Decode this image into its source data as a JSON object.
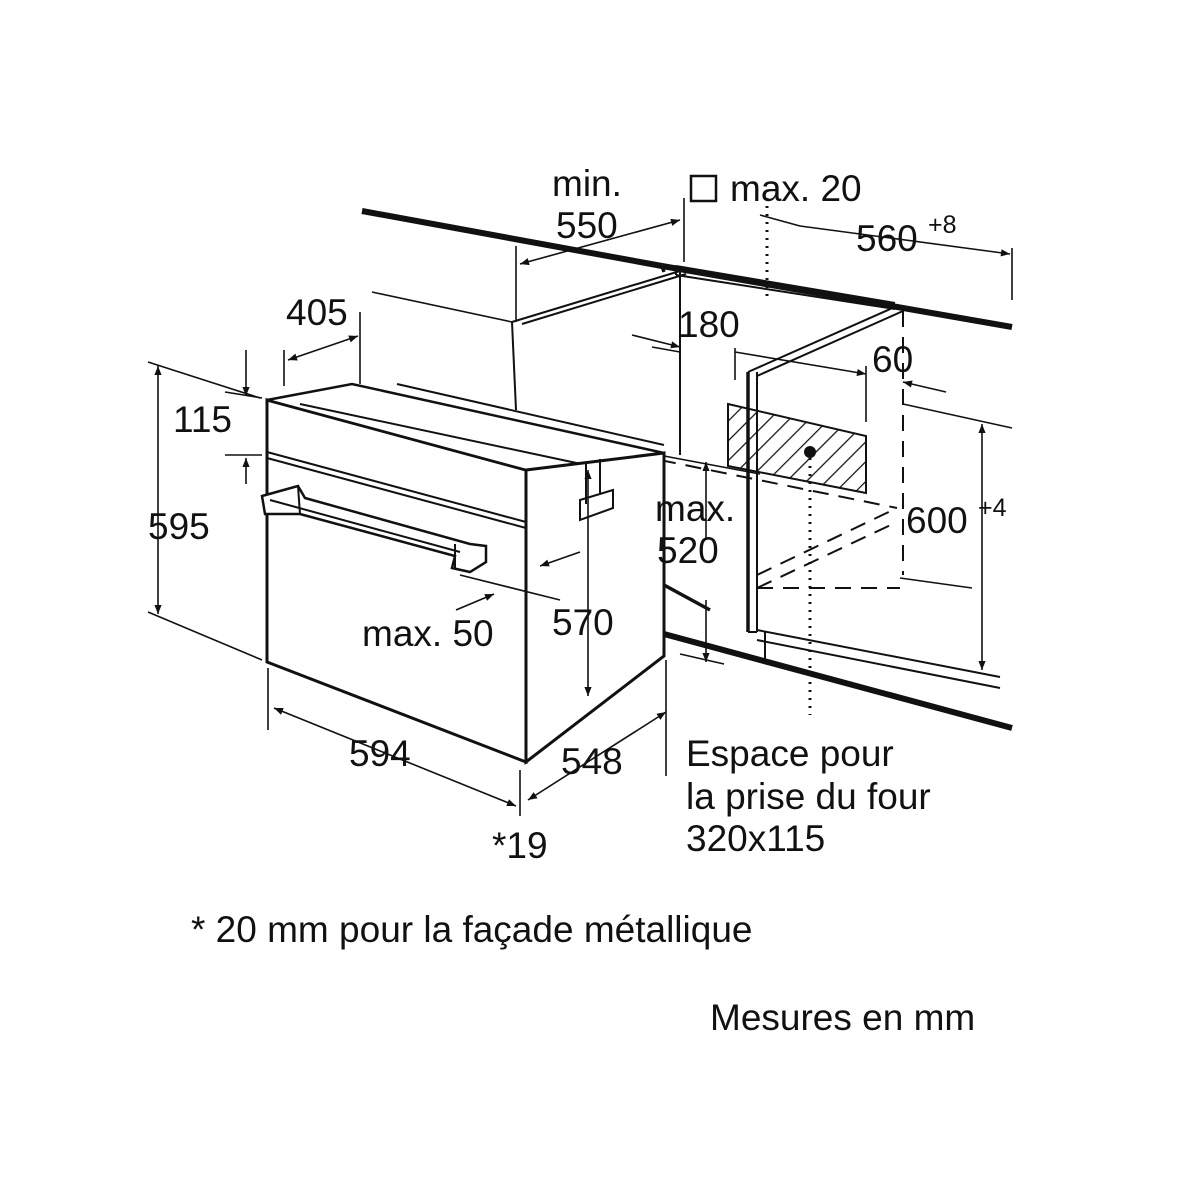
{
  "labels": {
    "min": "min.",
    "d550": "550",
    "max20": "max. 20",
    "d560": "560",
    "d560_tol": "+8",
    "d405": "405",
    "d180": "180",
    "d60": "60",
    "d115": "115",
    "d595": "595",
    "max_a": "max.",
    "d520": "520",
    "d600": "600",
    "d600_tol": "+4",
    "max50": "max. 50",
    "d570": "570",
    "d594": "594",
    "d548": "548",
    "d19": "*19"
  },
  "socket_note": {
    "line1": "Espace pour",
    "line2": "la prise du four",
    "line3": "320x115"
  },
  "footnote": "* 20 mm pour la façade métallique",
  "units_note": "Mesures en mm"
}
